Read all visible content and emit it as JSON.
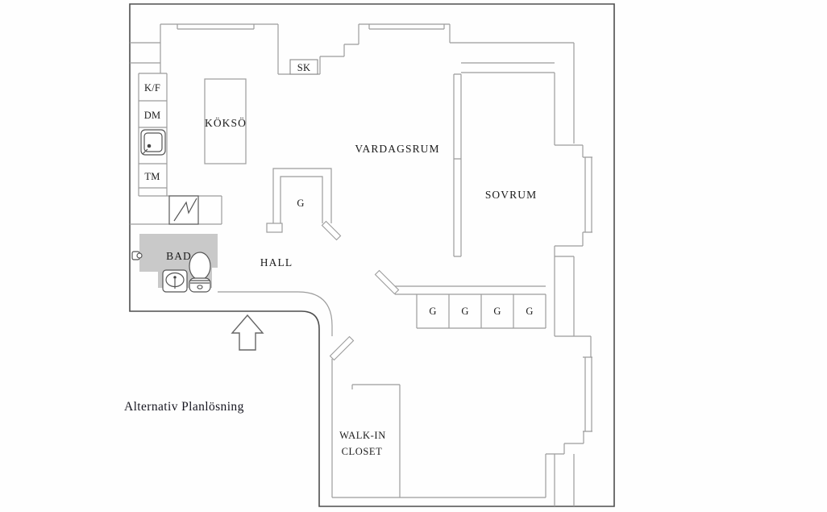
{
  "plan": {
    "title": "Alternativ Planlösning",
    "rooms": {
      "living_room": "VARDAGSRUM",
      "bedroom": "SOVRUM",
      "hall": "HALL",
      "bathroom": "BAD",
      "kitchen_island": "KÖKSÖ",
      "walk_in_closet_line1": "WALK-IN",
      "walk_in_closet_line2": "CLOSET"
    },
    "labels": {
      "fridge_freezer": "K/F",
      "dishwasher": "DM",
      "washing_machine": "TM",
      "hall_cupboard": "SK",
      "wardrobe": "G",
      "wardrobe_row": [
        "G",
        "G",
        "G",
        "G"
      ]
    },
    "colors": {
      "outer_wall": "#4e4e4e",
      "inner_wall": "#9c9c9c",
      "bathroom_fill": "#c9c9c9",
      "label_text": "#1b1b1b"
    }
  }
}
